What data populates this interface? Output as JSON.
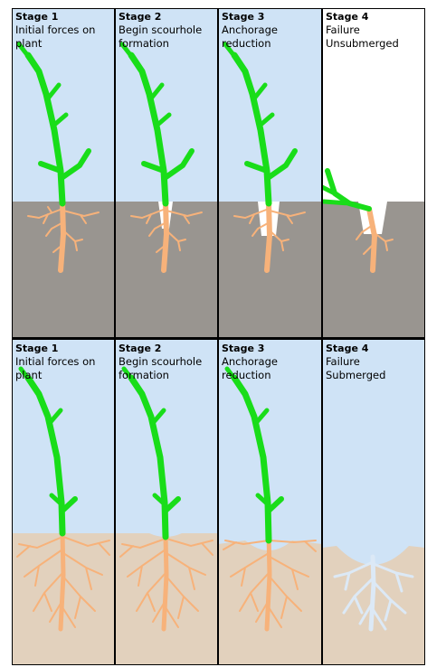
{
  "colors": {
    "water": "#cfe3f6",
    "air": "#ffffff",
    "rock_soil": "#999590",
    "sand_soil": "#e2d1bd",
    "stem": "#19dd19",
    "root": "#f7b27a",
    "submerged_root": "#dce9f6"
  },
  "top_row": [
    {
      "stage": "Stage 1",
      "desc": [
        "Initial forces on",
        "plant"
      ]
    },
    {
      "stage": "Stage 2",
      "desc": [
        "Begin scourhole",
        "formation"
      ]
    },
    {
      "stage": "Stage 3",
      "desc": [
        "Anchorage",
        "reduction"
      ]
    },
    {
      "stage": "Stage 4",
      "desc": [
        "Failure",
        "Unsubmerged"
      ]
    }
  ],
  "bottom_row": [
    {
      "stage": "Stage 1",
      "desc": [
        "Initial forces on",
        "plant"
      ]
    },
    {
      "stage": "Stage 2",
      "desc": [
        "Begin scourhole",
        "formation"
      ]
    },
    {
      "stage": "Stage 3",
      "desc": [
        "Anchorage",
        "reduction"
      ]
    },
    {
      "stage": "Stage 4",
      "desc": [
        "Failure",
        "Submerged"
      ]
    }
  ]
}
